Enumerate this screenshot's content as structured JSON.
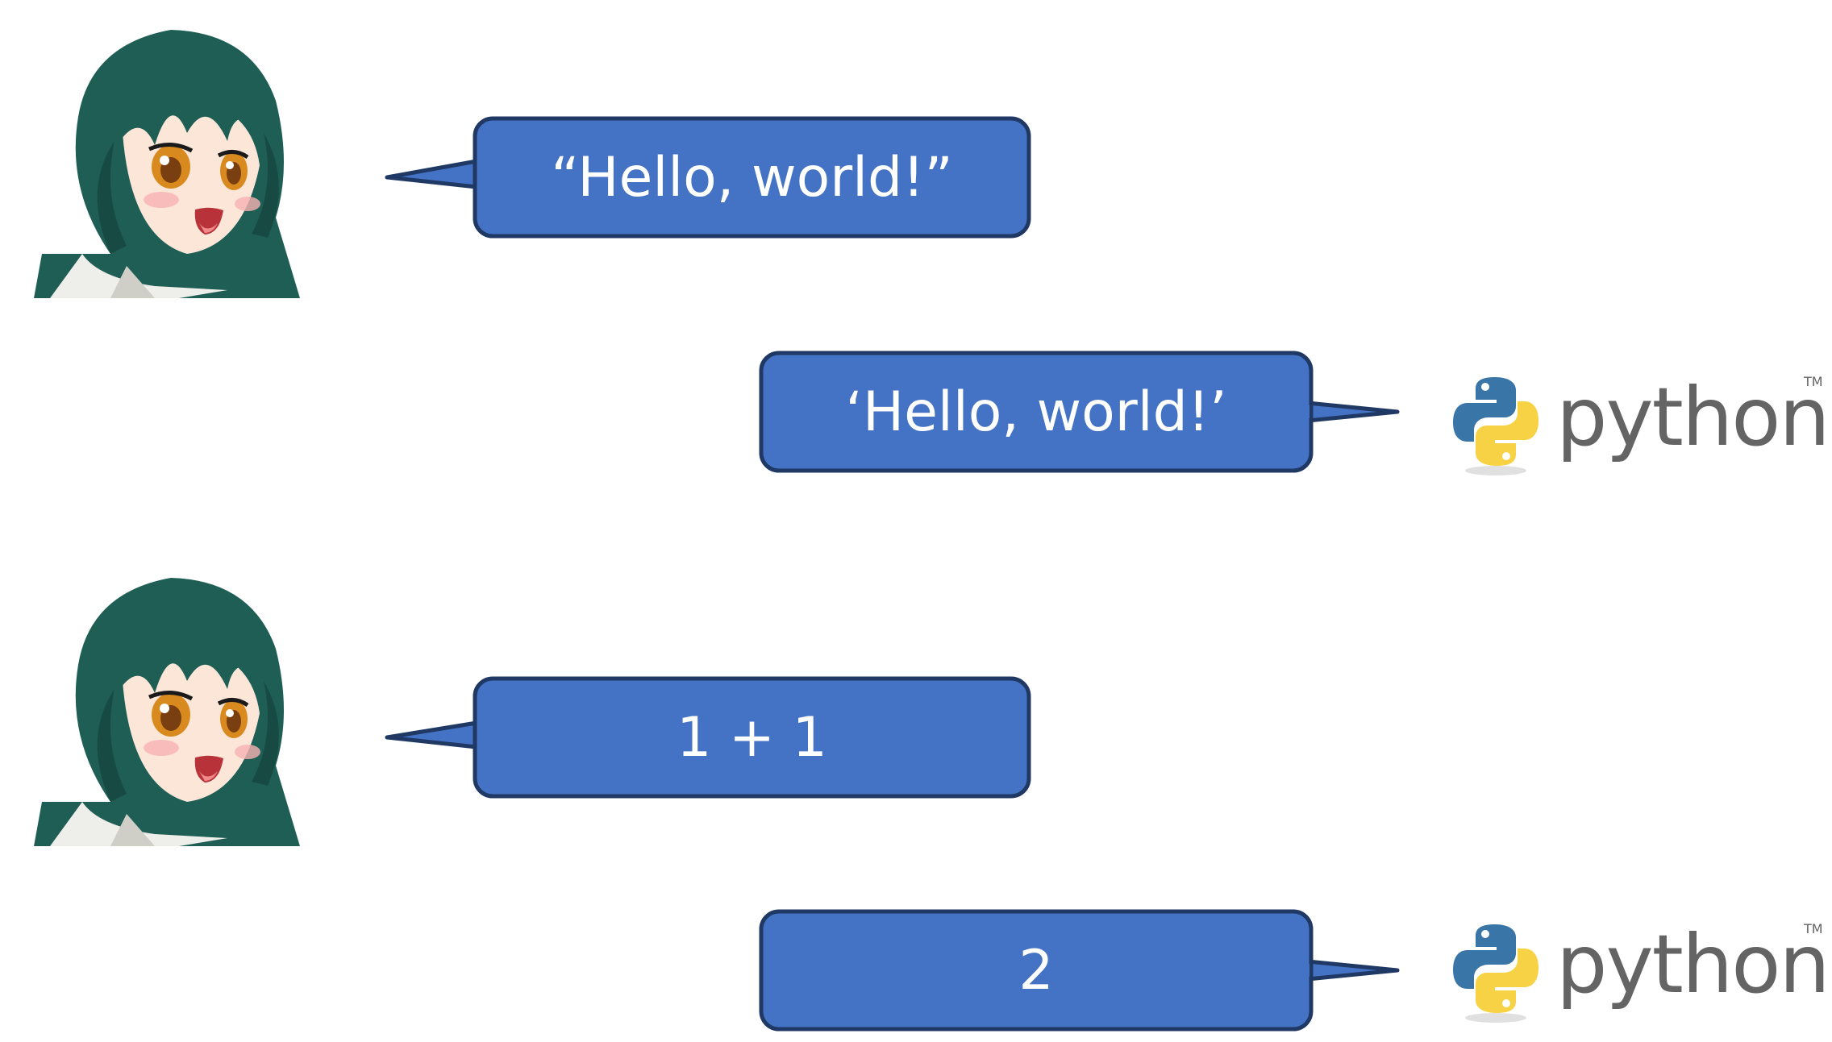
{
  "exchanges": [
    {
      "speaker": "user",
      "text": "“Hello, world!”"
    },
    {
      "speaker": "python",
      "text": "‘Hello, world!’"
    },
    {
      "speaker": "user",
      "text": "1 + 1"
    },
    {
      "speaker": "python",
      "text": "2"
    }
  ],
  "logo": {
    "word": "python",
    "trademark": "TM"
  },
  "colors": {
    "bubble_fill": "#4472c4",
    "bubble_border": "#1f3864",
    "hair": "#1f5e55",
    "logo_blue": "#3a75a8",
    "logo_yellow": "#f6d244",
    "logo_text": "#646464"
  }
}
